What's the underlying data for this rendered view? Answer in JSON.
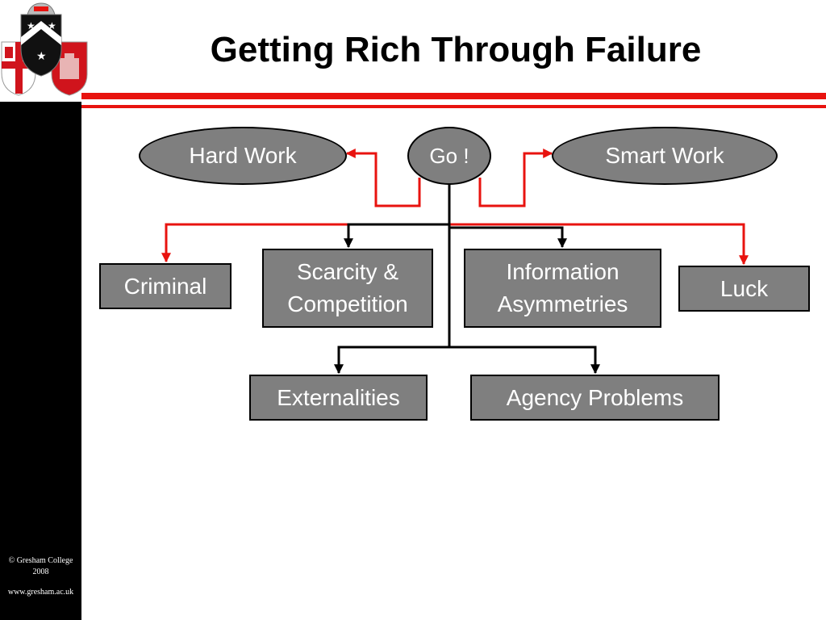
{
  "title": "Getting Rich Through Failure",
  "footer": {
    "copyright": "© Gresham College",
    "year": "2008",
    "website": "www.gresham.ac.uk"
  },
  "diagram": {
    "start": "Go !",
    "left_oval": "Hard Work",
    "right_oval": "Smart Work",
    "row1": [
      "Criminal",
      "Scarcity & Competition",
      "Information Asymmetries",
      "Luck"
    ],
    "row2": [
      "Externalities",
      "Agency Problems"
    ]
  },
  "colors": {
    "accent_red": "#e8130f",
    "box_fill": "#7f7f7f",
    "sidebar": "#000000"
  }
}
